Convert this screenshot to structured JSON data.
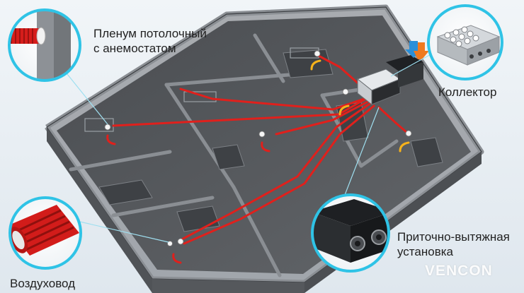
{
  "labels": {
    "plenum_line1": "Пленум потолочный",
    "plenum_line2": "с анемостатом",
    "collector": "Коллектор",
    "ahu_line1": "Приточно-вытяжная",
    "ahu_line2": "установка",
    "duct": "Воздуховод"
  },
  "brand": "VENCON",
  "colors": {
    "duct_red": "#e0201c",
    "building_gray": "#5a5d61",
    "callout_ring": "#2fc3e6",
    "airflow_yellow": "#f6b21b",
    "intake_blue": "#2a8fd8",
    "exhaust_orange": "#f07a1f"
  }
}
